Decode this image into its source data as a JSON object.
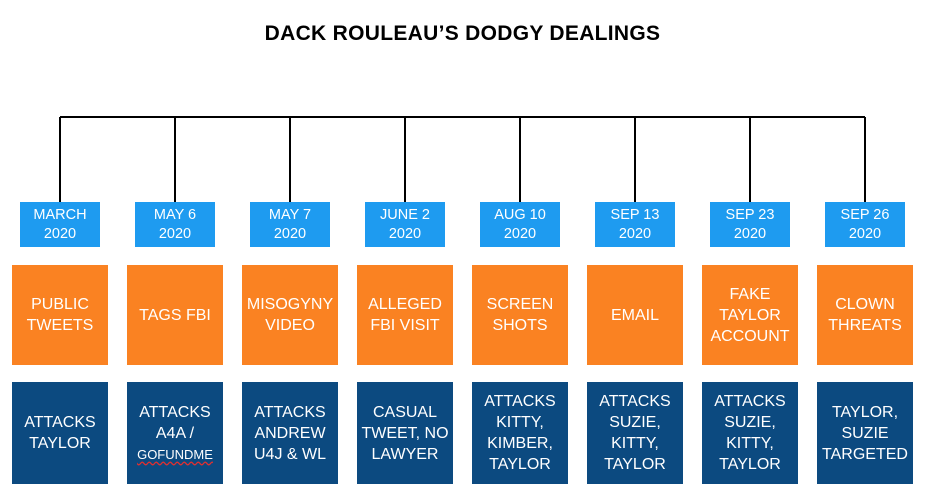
{
  "title": "DACK ROULEAU’S DODGY DEALINGS",
  "colors": {
    "date": "#1e9bf0",
    "event": "#fa8222",
    "result": "#0c4a80",
    "text": "#ffffff"
  },
  "columns": [
    {
      "date": [
        "MARCH",
        "2020"
      ],
      "event": [
        "PUBLIC",
        "TWEETS"
      ],
      "result": [
        "ATTACKS",
        "TAYLOR"
      ]
    },
    {
      "date": [
        "MAY 6",
        "2020"
      ],
      "event": [
        "TAGS FBI"
      ],
      "result": [
        "ATTACKS",
        "A4A /",
        "GOFUNDME"
      ]
    },
    {
      "date": [
        "MAY 7",
        "2020"
      ],
      "event": [
        "MISOGYNY",
        "VIDEO"
      ],
      "result": [
        "ATTACKS",
        "ANDREW",
        "U4J & WL"
      ]
    },
    {
      "date": [
        "JUNE 2",
        "2020"
      ],
      "event": [
        "ALLEGED",
        "FBI VISIT"
      ],
      "result": [
        "CASUAL",
        "TWEET, NO",
        "LAWYER"
      ]
    },
    {
      "date": [
        "AUG 10",
        "2020"
      ],
      "event": [
        "SCREEN",
        "SHOTS"
      ],
      "result": [
        "ATTACKS",
        "KITTY,",
        "KIMBER,",
        "TAYLOR"
      ]
    },
    {
      "date": [
        "SEP 13",
        "2020"
      ],
      "event": [
        "EMAIL"
      ],
      "result": [
        "ATTACKS",
        "SUZIE,",
        "KITTY,",
        "TAYLOR"
      ]
    },
    {
      "date": [
        "SEP 23",
        "2020"
      ],
      "event": [
        "FAKE",
        "TAYLOR",
        "ACCOUNT"
      ],
      "result": [
        "ATTACKS",
        "SUZIE,",
        "KITTY,",
        "TAYLOR"
      ]
    },
    {
      "date": [
        "SEP 26",
        "2020"
      ],
      "event": [
        "CLOWN",
        "THREATS"
      ],
      "result": [
        "TAYLOR,",
        "SUZIE",
        "TARGETED"
      ]
    }
  ]
}
